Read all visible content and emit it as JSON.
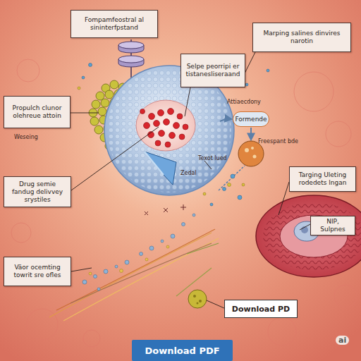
{
  "diagram": {
    "nodes": [
      {
        "text": [
          "Fompamfeostral al sininterfpstand"
        ]
      },
      {
        "text": [
          "Marping salines dinvires narotin"
        ]
      },
      {
        "text": [
          "Selpe peorripi er tistanesliseraand"
        ]
      },
      {
        "text": [
          "Propulch clunor olehreue attoin"
        ]
      },
      {
        "text": [
          "Formende"
        ]
      },
      {
        "text": [
          "Targing Uleting rodedets lngan"
        ]
      },
      {
        "text": [
          "Drug semie fandug delivvey srystiles"
        ]
      },
      {
        "text": [
          "NIP, Sulpnes"
        ]
      },
      {
        "text": [
          "Väor ocemting towrit sre ofles"
        ]
      },
      {
        "text": [
          "Download PD"
        ]
      },
      {
        "text": [
          "Download PDF"
        ]
      }
    ],
    "labels": [
      "Weseing",
      "Attiaecdony",
      "Freespant bde",
      "Texot lued",
      "Zedal",
      "ai"
    ]
  }
}
